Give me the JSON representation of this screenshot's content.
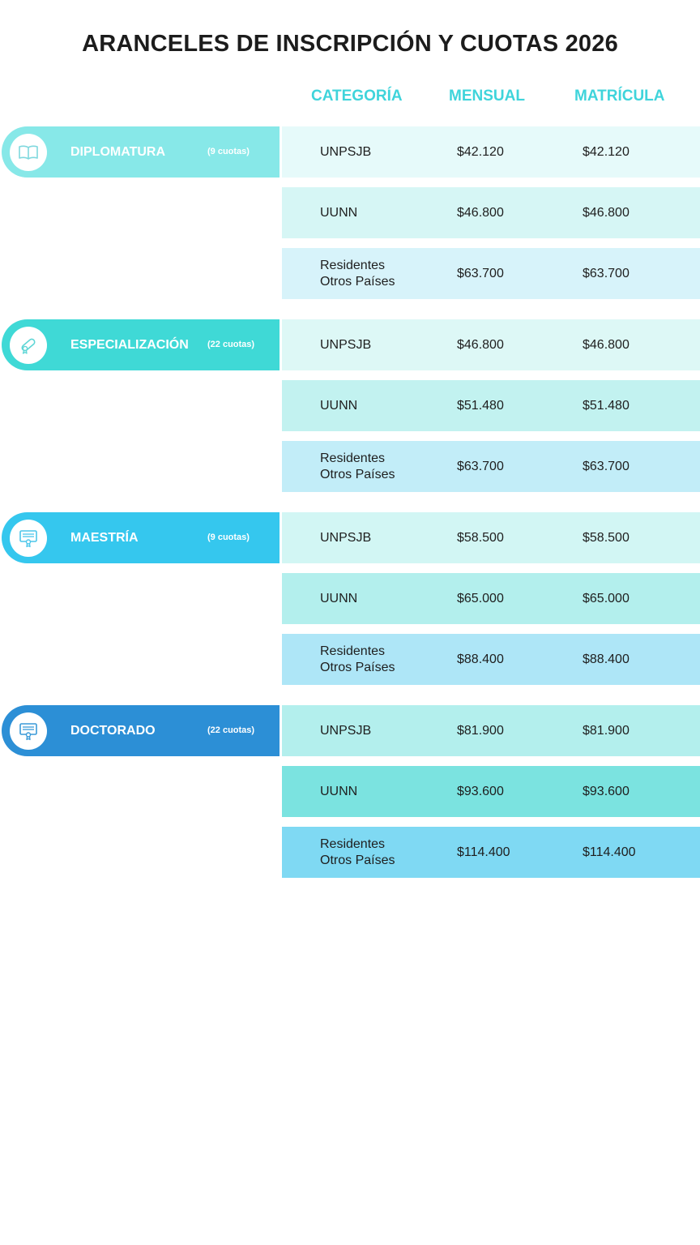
{
  "title": "ARANCELES DE INSCRIPCIÓN Y CUOTAS 2026",
  "columns": {
    "categoria": "CATEGORÍA",
    "mensual": "MENSUAL",
    "matricula": "MATRÍCULA"
  },
  "colors": {
    "title": "#1c1c1c",
    "header_accent": "#3fd4db"
  },
  "groups": [
    {
      "name": "DIPLOMATURA",
      "cuotas": "(9 cuotas)",
      "icon": "book-icon",
      "color": "#87e8e8",
      "rows": [
        {
          "categoria": "UNPSJB",
          "mensual": "$42.120",
          "matricula": "$42.120",
          "bg": "#e6fafa"
        },
        {
          "categoria": "UUNN",
          "mensual": "$46.800",
          "matricula": "$46.800",
          "bg": "#d6f6f5"
        },
        {
          "categoria": "Residentes\nOtros Países",
          "mensual": "$63.700",
          "matricula": "$63.700",
          "bg": "#d7f3fa"
        }
      ]
    },
    {
      "name": "ESPECIALIZACIÓN",
      "cuotas": "(22 cuotas)",
      "icon": "diploma-scroll-icon",
      "color": "#3fd9d6",
      "rows": [
        {
          "categoria": "UNPSJB",
          "mensual": "$46.800",
          "matricula": "$46.800",
          "bg": "#ddf8f6"
        },
        {
          "categoria": "UUNN",
          "mensual": "$51.480",
          "matricula": "$51.480",
          "bg": "#c2f2f0"
        },
        {
          "categoria": "Residentes\nOtros Países",
          "mensual": "$63.700",
          "matricula": "$63.700",
          "bg": "#c2edf8"
        }
      ]
    },
    {
      "name": "MAESTRÍA",
      "cuotas": "(9 cuotas)",
      "icon": "certificate-icon",
      "color": "#35c7ee",
      "rows": [
        {
          "categoria": "UNPSJB",
          "mensual": "$58.500",
          "matricula": "$58.500",
          "bg": "#d2f6f4"
        },
        {
          "categoria": "UUNN",
          "mensual": "$65.000",
          "matricula": "$65.000",
          "bg": "#b3efed"
        },
        {
          "categoria": "Residentes\nOtros Países",
          "mensual": "$88.400",
          "matricula": "$88.400",
          "bg": "#aee6f7"
        }
      ]
    },
    {
      "name": "DOCTORADO",
      "cuotas": "(22 cuotas)",
      "icon": "certificate-icon",
      "color": "#2c8fd6",
      "rows": [
        {
          "categoria": "UNPSJB",
          "mensual": "$81.900",
          "matricula": "$81.900",
          "bg": "#b3efed"
        },
        {
          "categoria": "UUNN",
          "mensual": "$93.600",
          "matricula": "$93.600",
          "bg": "#7be3e0"
        },
        {
          "categoria": "Residentes\nOtros Países",
          "mensual": "$114.400",
          "matricula": "$114.400",
          "bg": "#7fd9f3"
        }
      ]
    }
  ]
}
